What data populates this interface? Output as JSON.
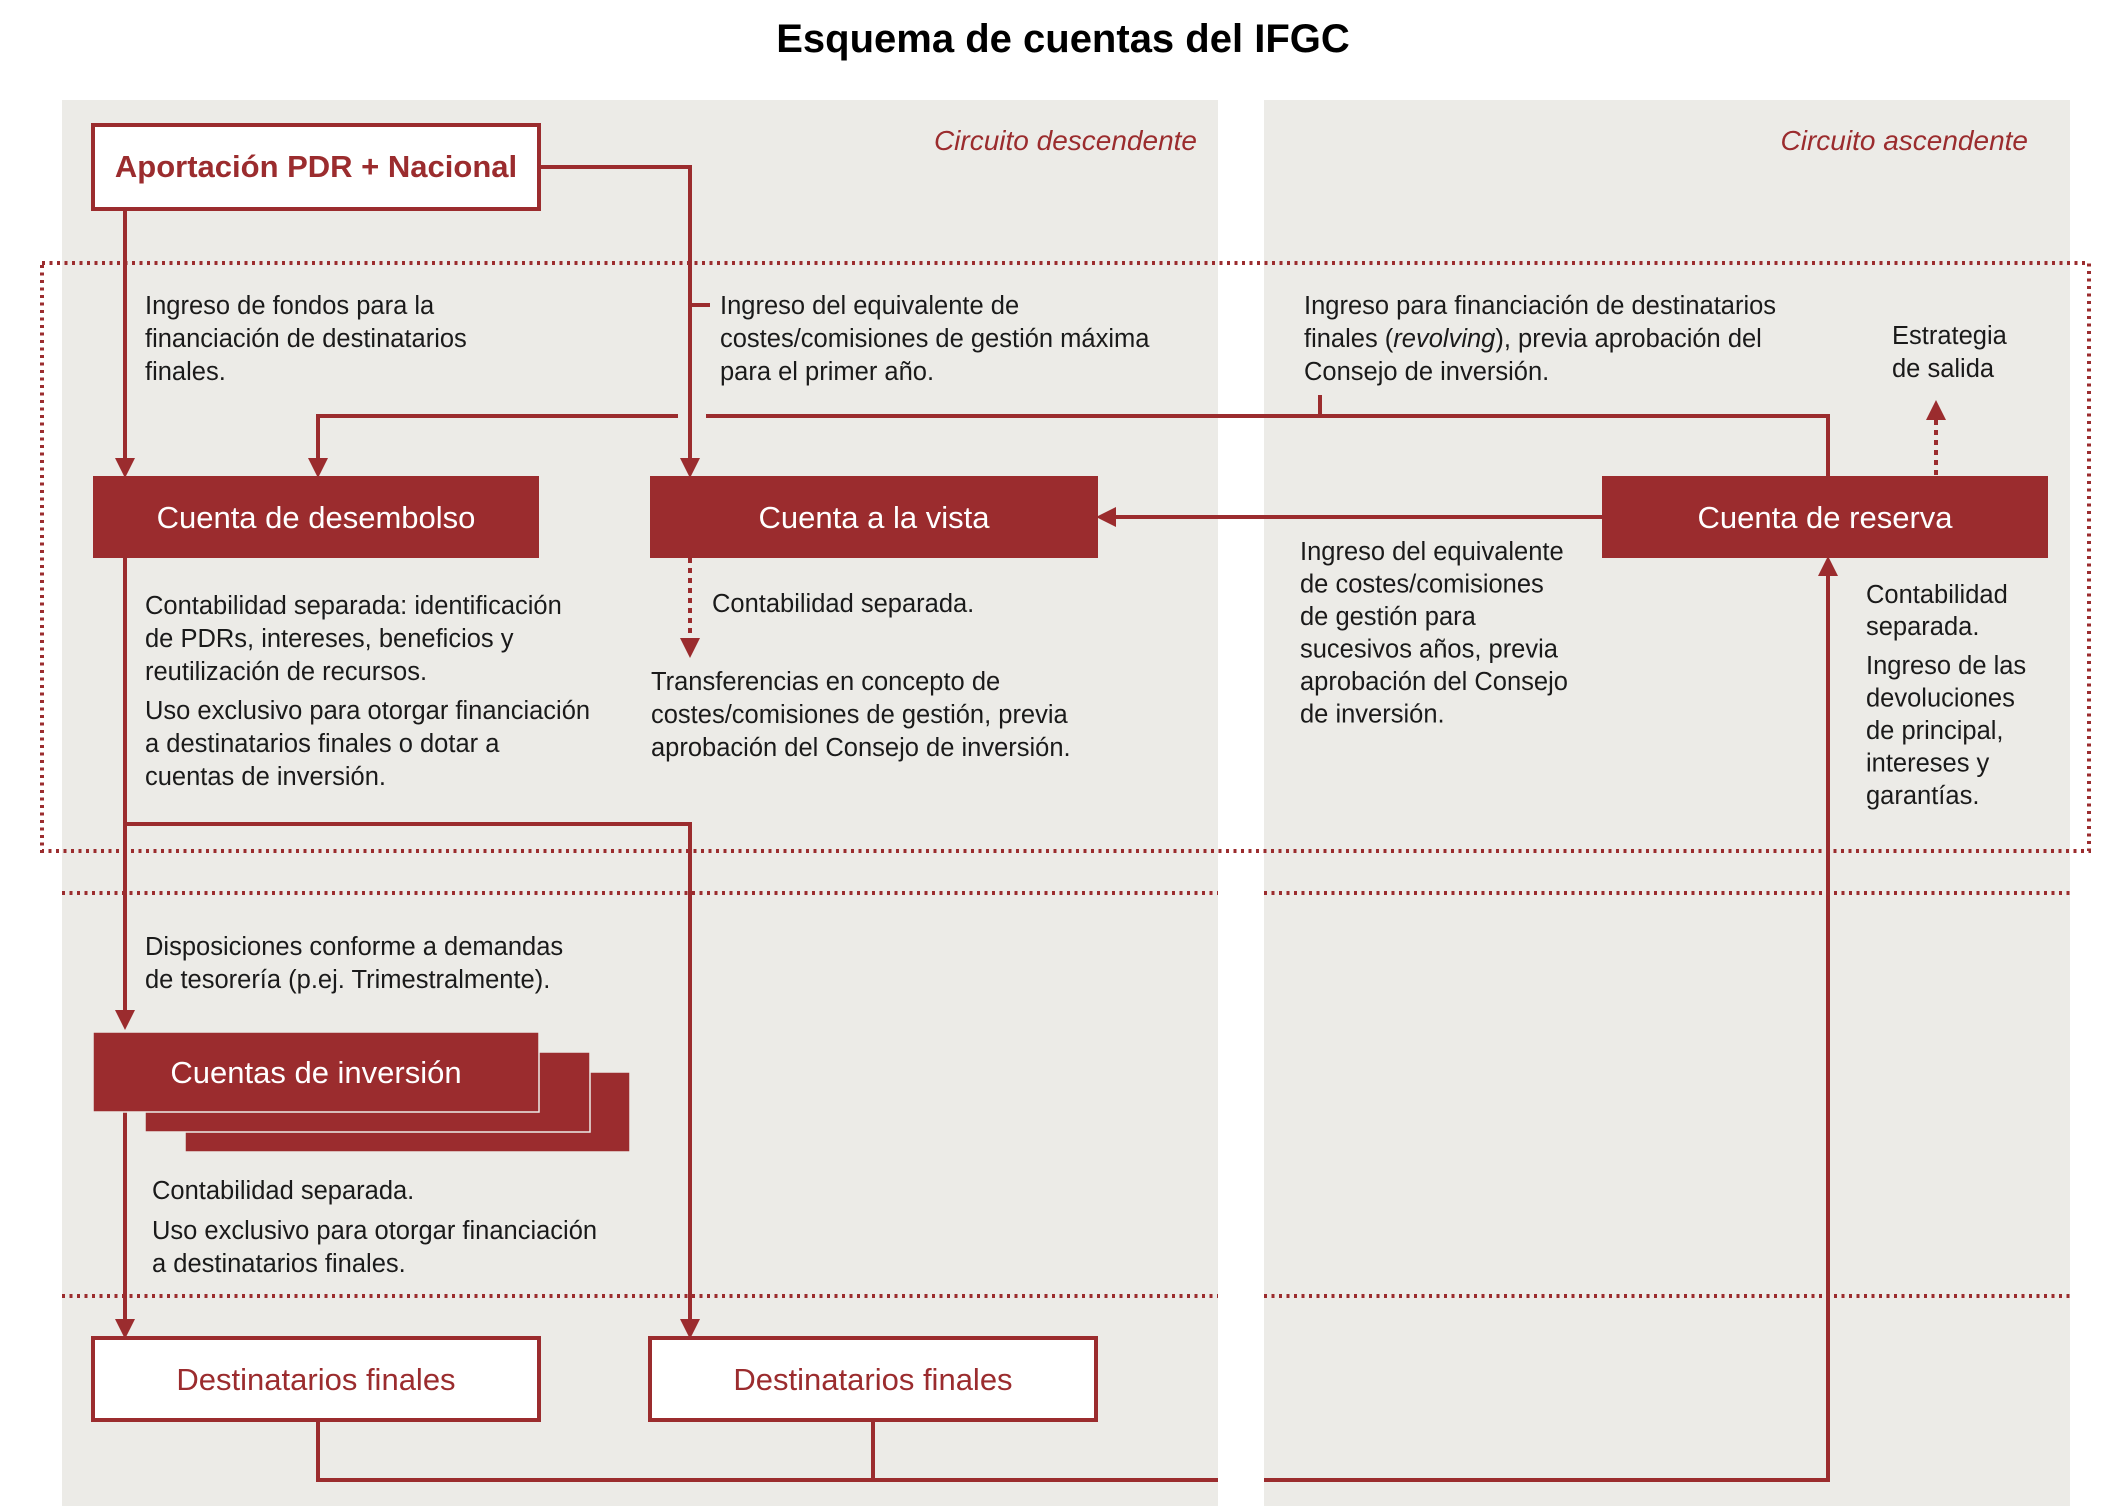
{
  "title": "Esquema de cuentas del IFGC",
  "panels": {
    "left_label": "Circuito descendente",
    "right_label": "Circuito ascendente"
  },
  "boxes": {
    "aportacion": "Aportación PDR + Nacional",
    "desembolso": "Cuenta de desembolso",
    "vista": "Cuenta a la vista",
    "reserva": "Cuenta de reserva",
    "inversion": "Cuentas de inversión",
    "destinatarios_1": "Destinatarios finales",
    "destinatarios_2": "Destinatarios finales"
  },
  "notes": {
    "ingreso_fondos": [
      "Ingreso de fondos para la",
      "financiación de destinatarios",
      "finales."
    ],
    "ingreso_costes_primer": [
      "Ingreso del equivalente de",
      "costes/comisiones de gestión máxima",
      "para el primer año."
    ],
    "ingreso_revolving": {
      "line1": "Ingreso para financiación de destinatarios",
      "line2_pre": "finales (",
      "line2_italic": "revolving",
      "line2_post": "), previa aprobación del",
      "line3": "Consejo de inversión."
    },
    "estrategia": [
      "Estrategia",
      "de salida"
    ],
    "contabilidad_desembolso": [
      "Contabilidad separada: identificación",
      "de PDRs, intereses, beneficios y",
      "reutilización de recursos."
    ],
    "uso_desembolso": [
      "Uso exclusivo para otorgar financiación",
      "a destinatarios finales o dotar a",
      "cuentas de inversión."
    ],
    "contabilidad_vista": "Contabilidad separada.",
    "transferencias": [
      "Transferencias en concepto de",
      "costes/comisiones de gestión, previa",
      "aprobación del Consejo de inversión."
    ],
    "ingreso_sucesivos": [
      "Ingreso del equivalente",
      "de costes/comisiones",
      "de gestión para",
      "sucesivos años, previa",
      "aprobación del Consejo",
      "de inversión."
    ],
    "contabilidad_reserva": [
      "Contabilidad",
      "separada."
    ],
    "devoluciones": [
      "Ingreso de las",
      "devoluciones",
      "de principal,",
      "intereses y",
      "garantías."
    ],
    "disposiciones": [
      "Disposiciones conforme a demandas",
      "de tesorería (p.ej. Trimestralmente)."
    ],
    "contabilidad_inversion": "Contabilidad separada.",
    "uso_inversion": [
      "Uso exclusivo para otorgar financiación",
      "a destinatarios finales."
    ]
  },
  "colors": {
    "accent": "#9b2c2e",
    "panel": "#ecebe7",
    "text": "#1a1a1a"
  }
}
